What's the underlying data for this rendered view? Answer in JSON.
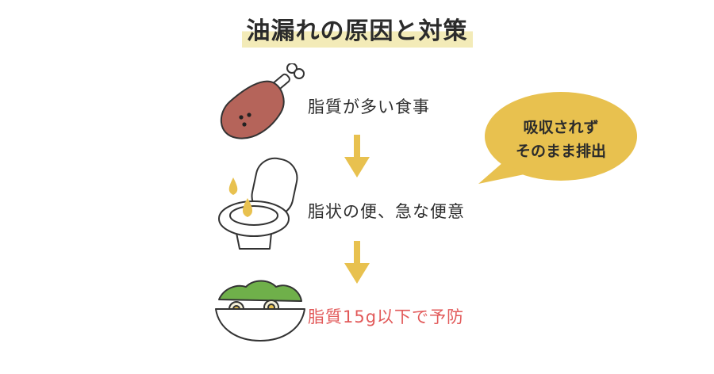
{
  "title": "油漏れの原因と対策",
  "steps": [
    {
      "label": "脂質が多い食事",
      "icon": "chicken-leg-icon"
    },
    {
      "label": "脂状の便、急な便意",
      "icon": "toilet-oil-icon"
    },
    {
      "label": "脂質15g以下で予防",
      "icon": "salad-bowl-icon",
      "color": "#e25a5a"
    }
  ],
  "bubble": {
    "line1": "吸収されず",
    "line2": "そのまま排出",
    "color": "#e8c14f"
  },
  "colors": {
    "arrow": "#e8c14f",
    "title_highlight": "#f3ebb8",
    "meat": "#b5645a"
  }
}
